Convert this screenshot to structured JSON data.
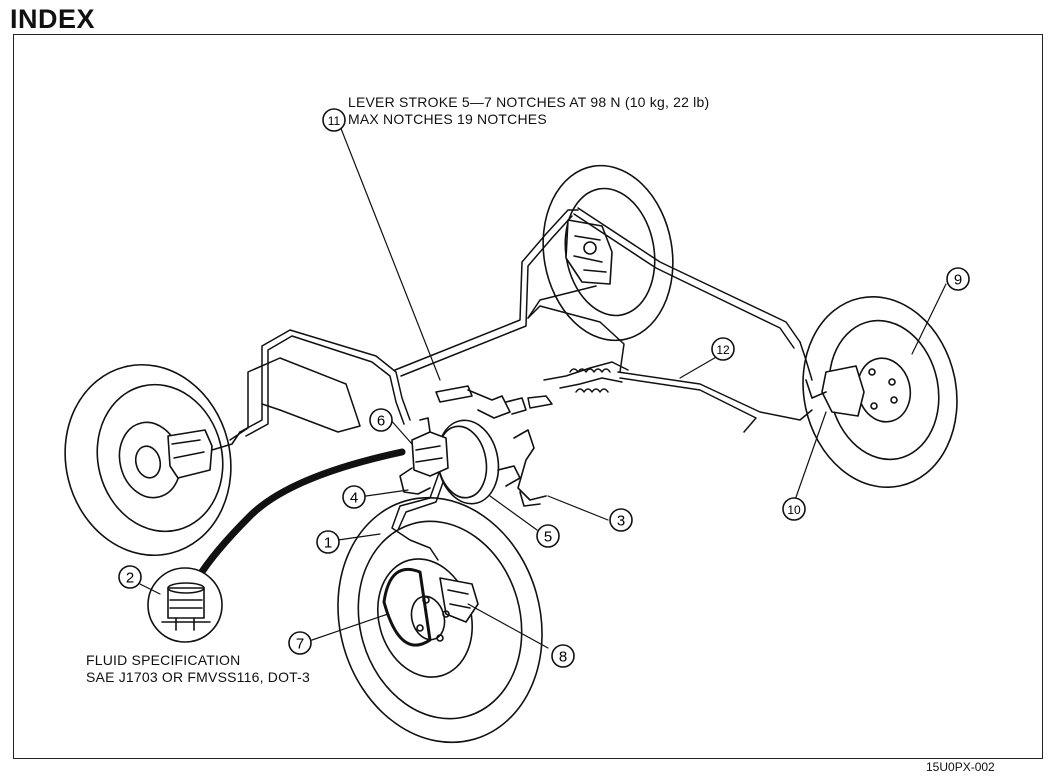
{
  "heading": "INDEX",
  "lever_note": {
    "line1": "LEVER STROKE 5—7 NOTCHES AT 98 N (10 kg, 22 lb)",
    "line2": "MAX NOTCHES 19 NOTCHES"
  },
  "fluid_note": {
    "line1": "FLUID SPECIFICATION",
    "line2": "SAE J1703 OR FMVSS116, DOT-3"
  },
  "callouts": [
    "1",
    "2",
    "3",
    "4",
    "5",
    "6",
    "7",
    "8",
    "9",
    "10",
    "11",
    "12"
  ],
  "figure_code": "15U0PX-002",
  "colors": {
    "ink": "#111111",
    "paper": "#ffffff"
  }
}
